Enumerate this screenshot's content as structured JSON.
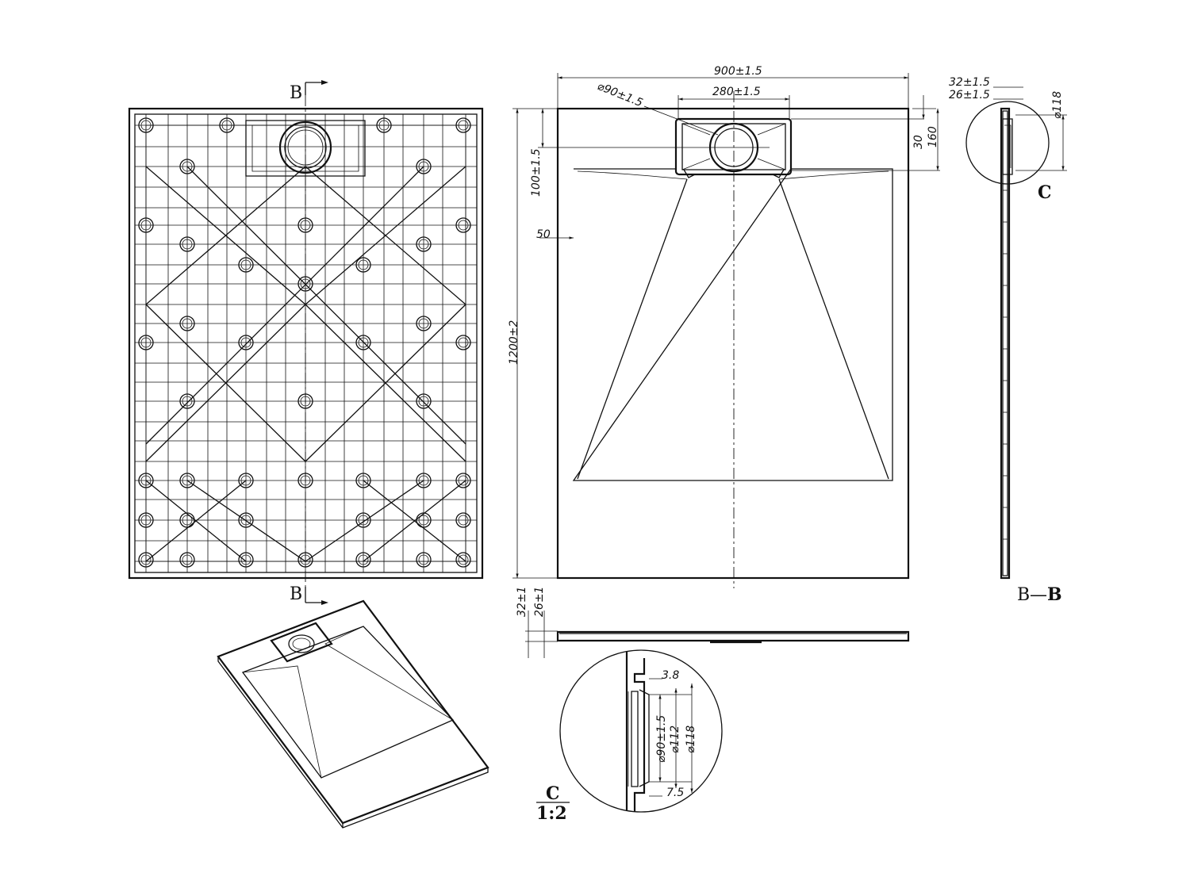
{
  "section_marks": {
    "top": "B",
    "bottom": "B"
  },
  "section_view_title": {
    "a": "B",
    "sep": "—",
    "b": "B"
  },
  "detail": {
    "label": "C",
    "callout": "C",
    "scale": "1:2"
  },
  "plan_dims": {
    "width": "900±1.5",
    "length": "1200±2",
    "drain_offset": "100±1.5",
    "grate_width": "280±1.5",
    "drain_dia": "⌀90±1.5",
    "side_margin": "50",
    "grate_top": "30",
    "grate_depth": "160"
  },
  "profile_dims": {
    "total_height": "32±1",
    "body_height": "26±1"
  },
  "section_dims": {
    "total_height": "32±1.5",
    "body_height": "26±1.5",
    "outer_dia": "⌀118"
  },
  "detail_dims": {
    "lip": "3.8",
    "dia_a": "⌀90±1.5",
    "dia_b": "⌀112",
    "dia_c": "⌀118",
    "wall": "7.5"
  }
}
